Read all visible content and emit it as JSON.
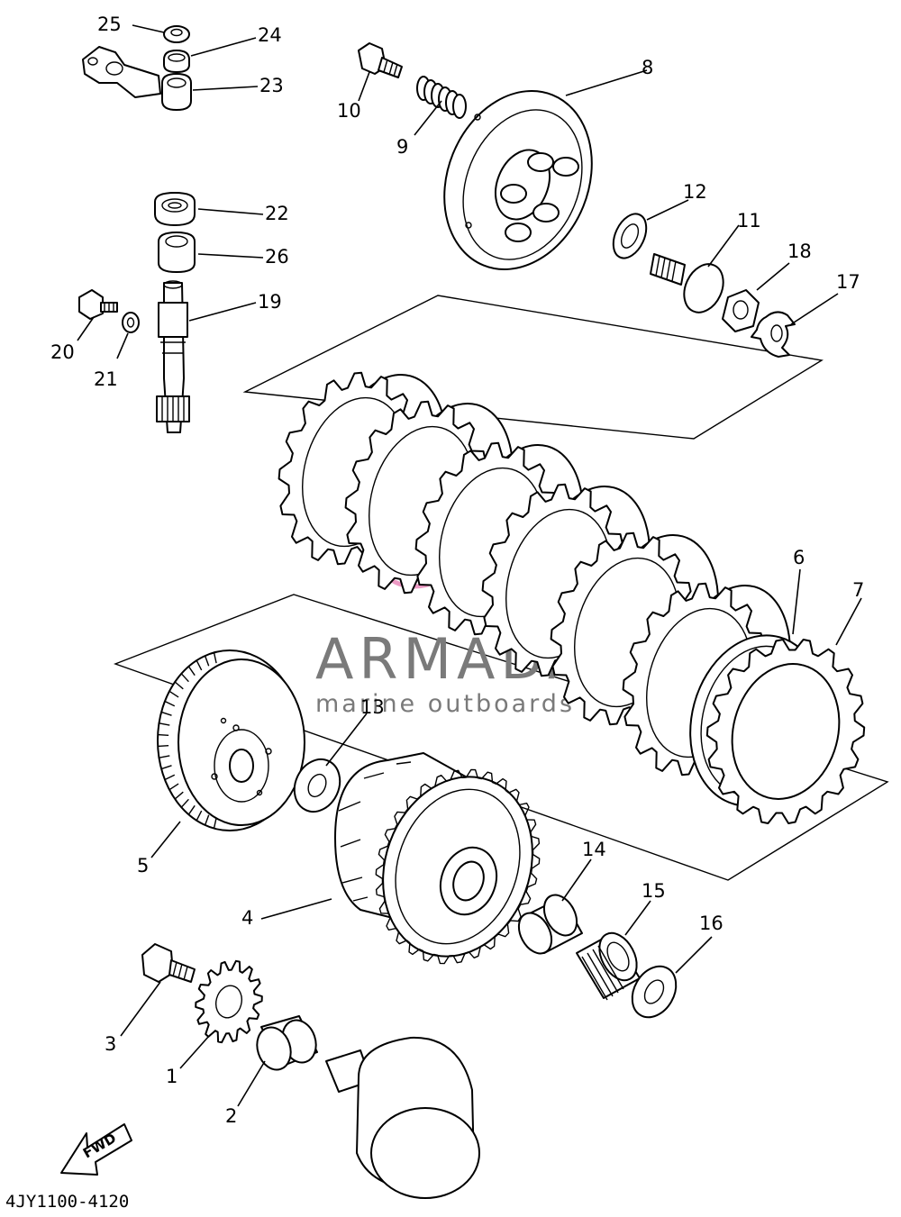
{
  "diagram_code": "4JY1100-4120",
  "fwd_label": "FWD",
  "watermark": {
    "title": "ARMADA",
    "subtitle": "marine outboards",
    "color": "#ec9ac4",
    "text_color": "#7a7a7a"
  },
  "callouts": [
    "1",
    "2",
    "3",
    "4",
    "5",
    "6",
    "7",
    "8",
    "9",
    "10",
    "11",
    "12",
    "13",
    "14",
    "15",
    "16",
    "17",
    "18",
    "19",
    "20",
    "21",
    "22",
    "23",
    "24",
    "25",
    "26"
  ]
}
